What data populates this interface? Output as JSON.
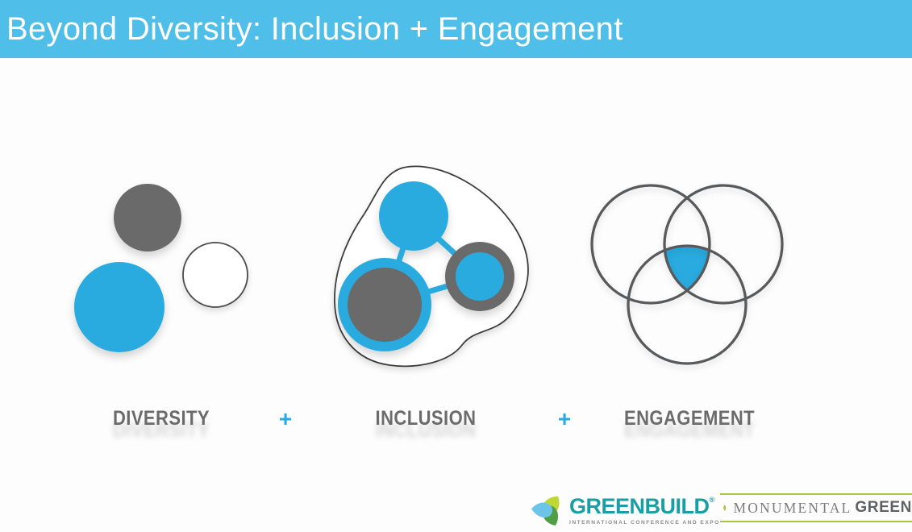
{
  "slide": {
    "title": "Beyond Diversity: Inclusion + Engagement"
  },
  "diagram": {
    "plus": "+",
    "groups": [
      {
        "label": "DIVERSITY"
      },
      {
        "label": "INCLUSION"
      },
      {
        "label": "ENGAGEMENT"
      }
    ]
  },
  "footer": {
    "greenbuild": {
      "name": "GREENBUILD",
      "registered": "®",
      "tagline": "INTERNATIONAL CONFERENCE AND EXPO"
    },
    "monumental": {
      "name_serif": "MONUMENTAL",
      "name_bold": "GREEN"
    }
  },
  "colors": {
    "title_bar_blue": "#4FBEE9",
    "accent_blue": "#29ABDF",
    "gray_fill": "#6A6A6A",
    "thin_outline": "#4A4A4A",
    "venn_outline": "#58595B",
    "label_gray": "#6B6B6B",
    "greenbuild_teal": "#1A9EA4",
    "tagline_gray": "#8C8C8C",
    "monumental_green": "#A6C839",
    "monumental_gray": "#7C7C7C",
    "monumental_dark": "#5F6062",
    "leaf_blue": "#6CC5E9",
    "leaf_lime": "#BFD732",
    "leaf_green": "#4F9E45"
  }
}
